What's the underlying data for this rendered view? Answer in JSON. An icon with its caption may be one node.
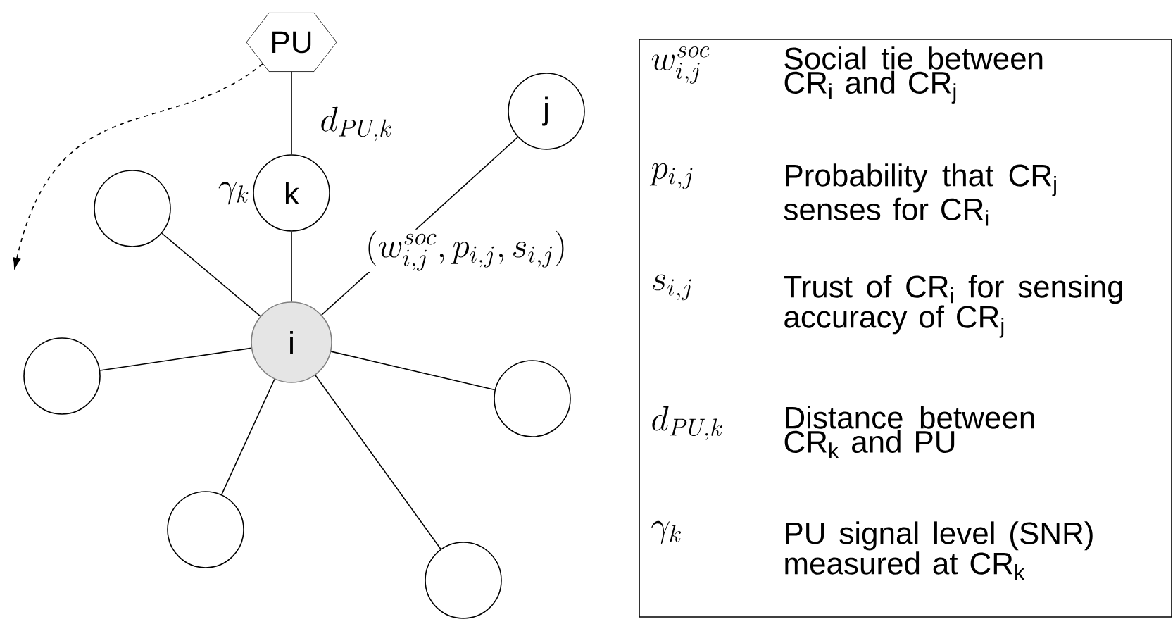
{
  "diagram": {
    "nodes": [
      {
        "text": [
          "PU"
        ]
      },
      {
        "text": [
          "j"
        ]
      },
      {
        "text": [
          "k"
        ],
        "beside": [
          "\\gamma_k"
        ]
      },
      {
        "text": [],
        "shape": "circle"
      },
      {
        "text": [
          "i"
        ]
      },
      {
        "text": [],
        "shape": "circle"
      },
      {
        "text": [],
        "shape": "circle"
      },
      {
        "text": [],
        "shape": "circle"
      },
      {
        "text": [],
        "shape": "circle"
      }
    ],
    "edges": [
      {
        "from": 0,
        "to": 2,
        "arrow": "none",
        "label": "d_{PU,k}"
      },
      {
        "from": 2,
        "to": 4,
        "arrow": "none"
      },
      {
        "from": 4,
        "to": 1,
        "arrow": "none",
        "label": "(w^{soc}_{i,j}, p_{i,j}, s_{i,j})"
      },
      {
        "from": 4,
        "to": 3,
        "arrow": "none"
      },
      {
        "from": 4,
        "to": 5,
        "arrow": "none"
      },
      {
        "from": 4,
        "to": 6,
        "arrow": "none"
      },
      {
        "from": 4,
        "to": 7,
        "arrow": "none"
      },
      {
        "from": 4,
        "to": 8,
        "arrow": "none"
      },
      {
        "from": 0,
        "to": null,
        "arrow": "to",
        "style": "dashed"
      }
    ],
    "labels": [
      "w^{soc}_{i,j}",
      "Social tie between CR$_{i}$ and CR$_{j}$",
      "p_{i,j}",
      "Probability that CR$_{j}$ senses for CR$_{i}$",
      "s_{i,j}",
      "Trust of CR$_{i}$ for sensing accuracy of CR$_{j}$",
      "d_{PU,k}",
      "Distance between CR$_{k}$ and PU",
      "\\gamma_k",
      "PU signal level (SNR) measured at CR$_{k}$"
    ]
  }
}
